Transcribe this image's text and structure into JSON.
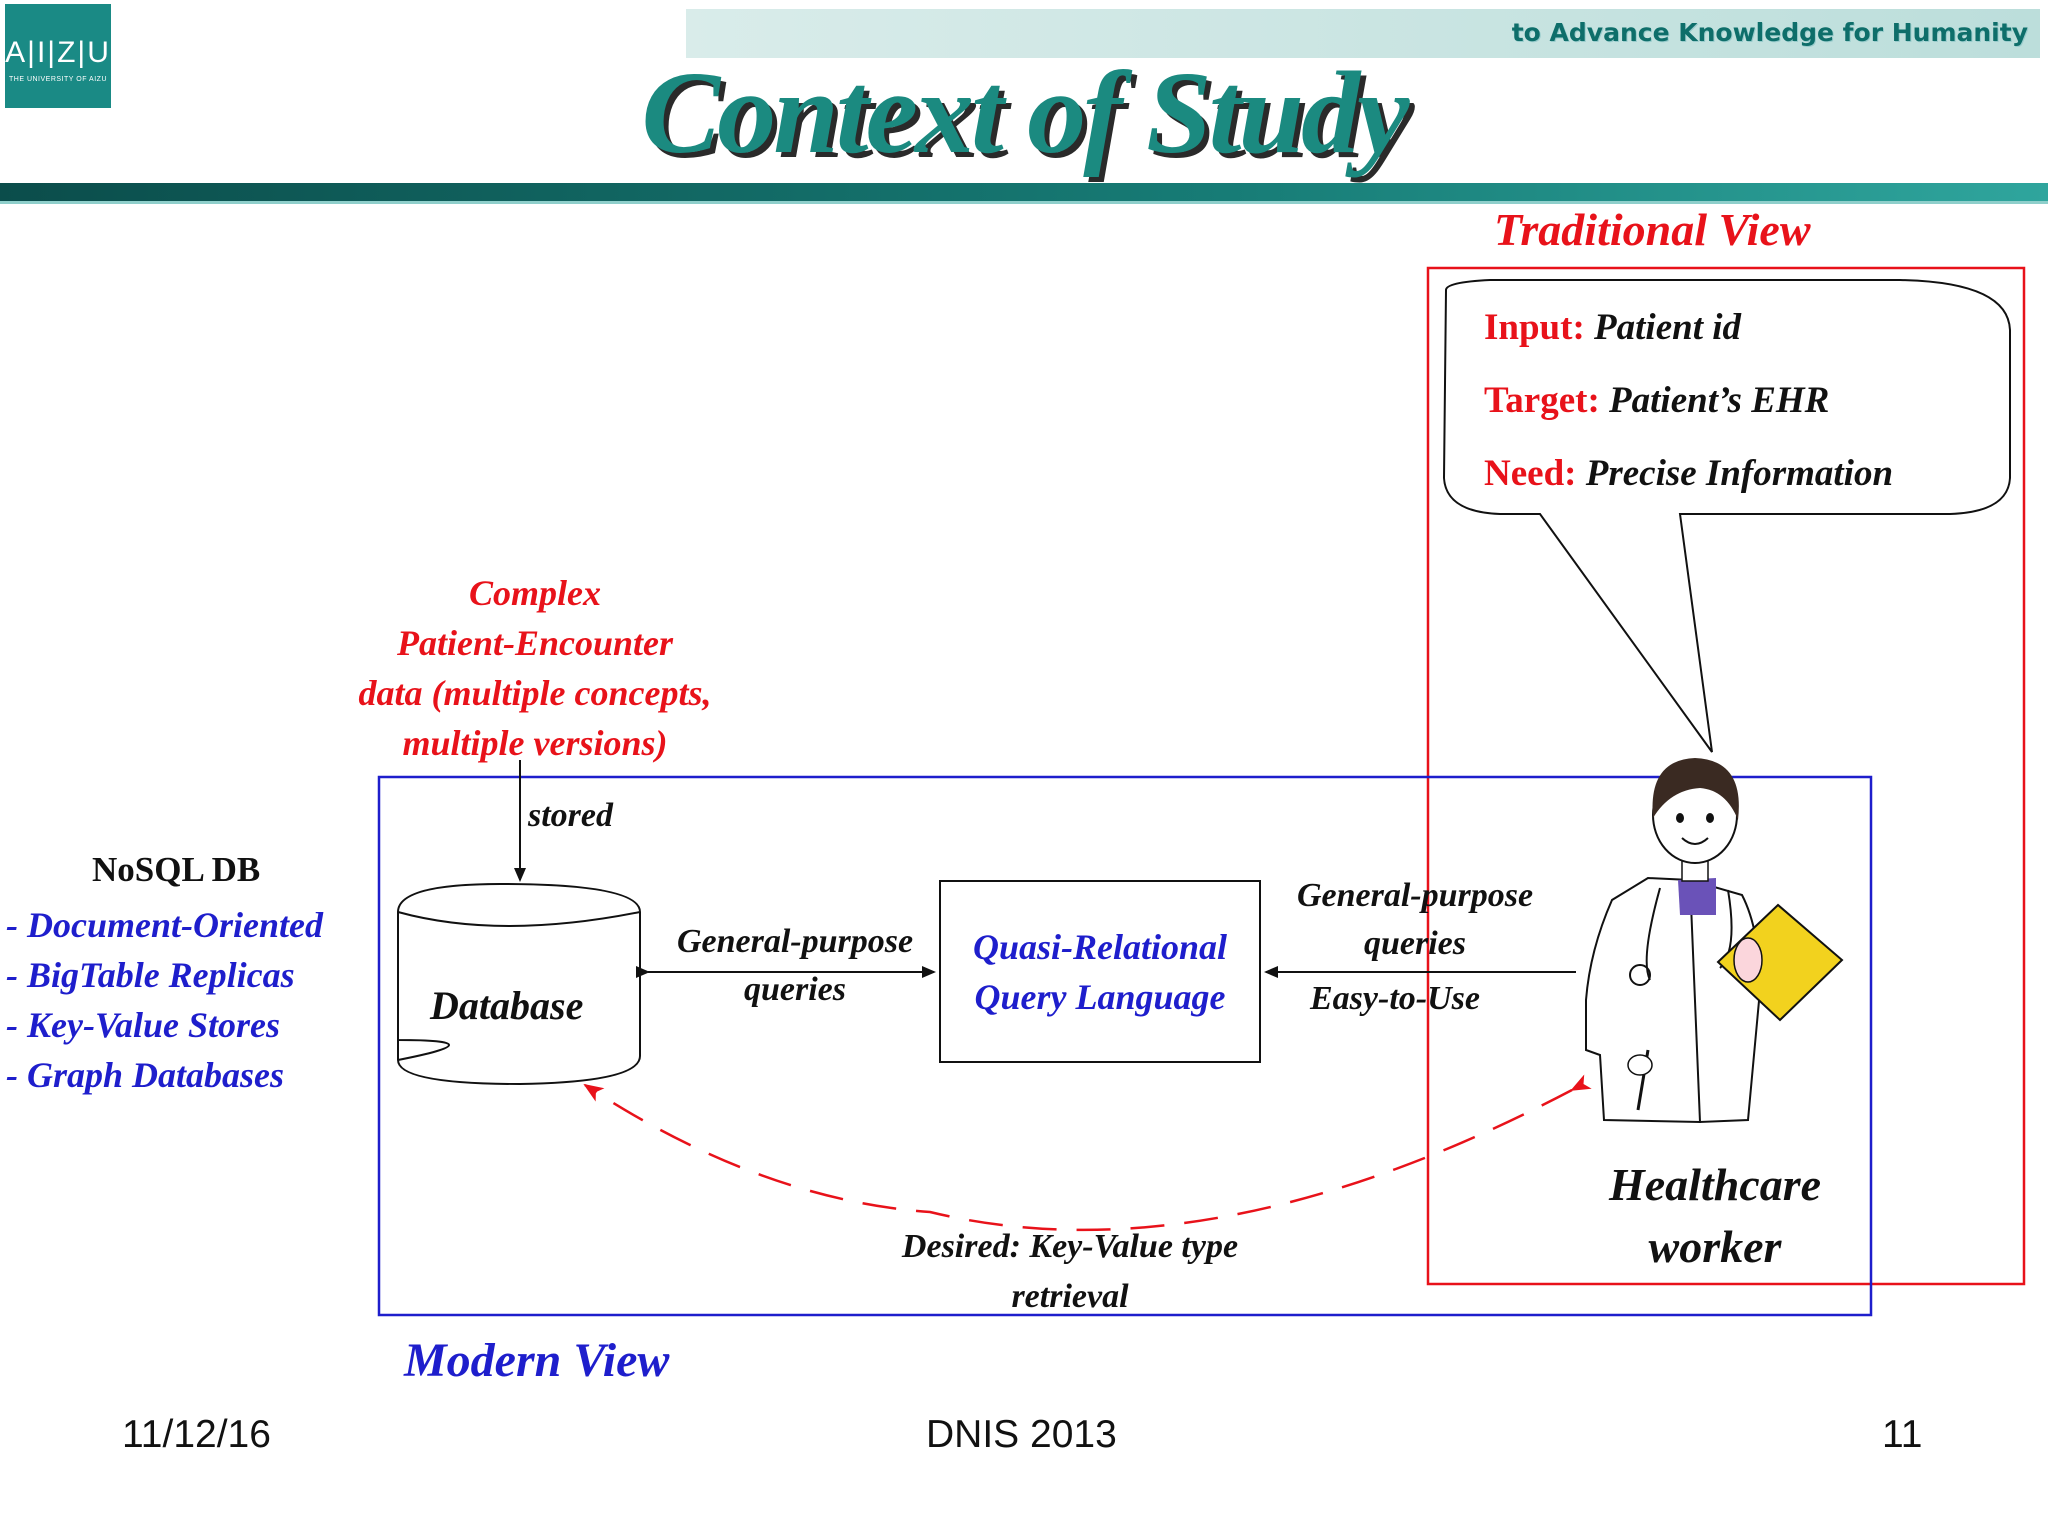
{
  "header": {
    "logo_text": "A|I|Z|U",
    "logo_subtext": "THE UNIVERSITY OF AIZU",
    "tagline": "to Advance Knowledge for Humanity",
    "title": "Context of Study"
  },
  "traditional_view": {
    "label": "Traditional View",
    "bubble": [
      {
        "key": "Input:",
        "value": "Patient id"
      },
      {
        "key": "Target:",
        "value": "Patient’s EHR"
      },
      {
        "key": "Need:",
        "value": "Precise Information"
      }
    ]
  },
  "data_note": {
    "line1": "Complex",
    "line2": "Patient-Encounter",
    "line3": "data (multiple concepts,",
    "line4": "multiple versions)"
  },
  "nosql": {
    "heading": "NoSQL DB",
    "items": [
      "- Document-Oriented",
      "- BigTable Replicas",
      "- Key-Value Stores",
      "- Graph Databases"
    ]
  },
  "diagram": {
    "stored_label": "stored",
    "database_label": "Database",
    "gp_left_line1": "General-purpose",
    "gp_left_line2": "queries",
    "qrql_line1": "Quasi-Relational",
    "qrql_line2": "Query Language",
    "gp_right_line1": "General-purpose",
    "gp_right_line2": "queries",
    "easy_label": "Easy-to-Use",
    "desired_line1": "Desired: Key-Value type",
    "desired_line2": "retrieval",
    "worker_line1": "Healthcare",
    "worker_line2": "worker",
    "modern_label": "Modern View"
  },
  "footer": {
    "date": "11/12/16",
    "conference": "DNIS 2013",
    "page": "11"
  },
  "colors": {
    "teal": "#1b8a80",
    "red": "#e8121a",
    "blue": "#1e1ecc"
  }
}
